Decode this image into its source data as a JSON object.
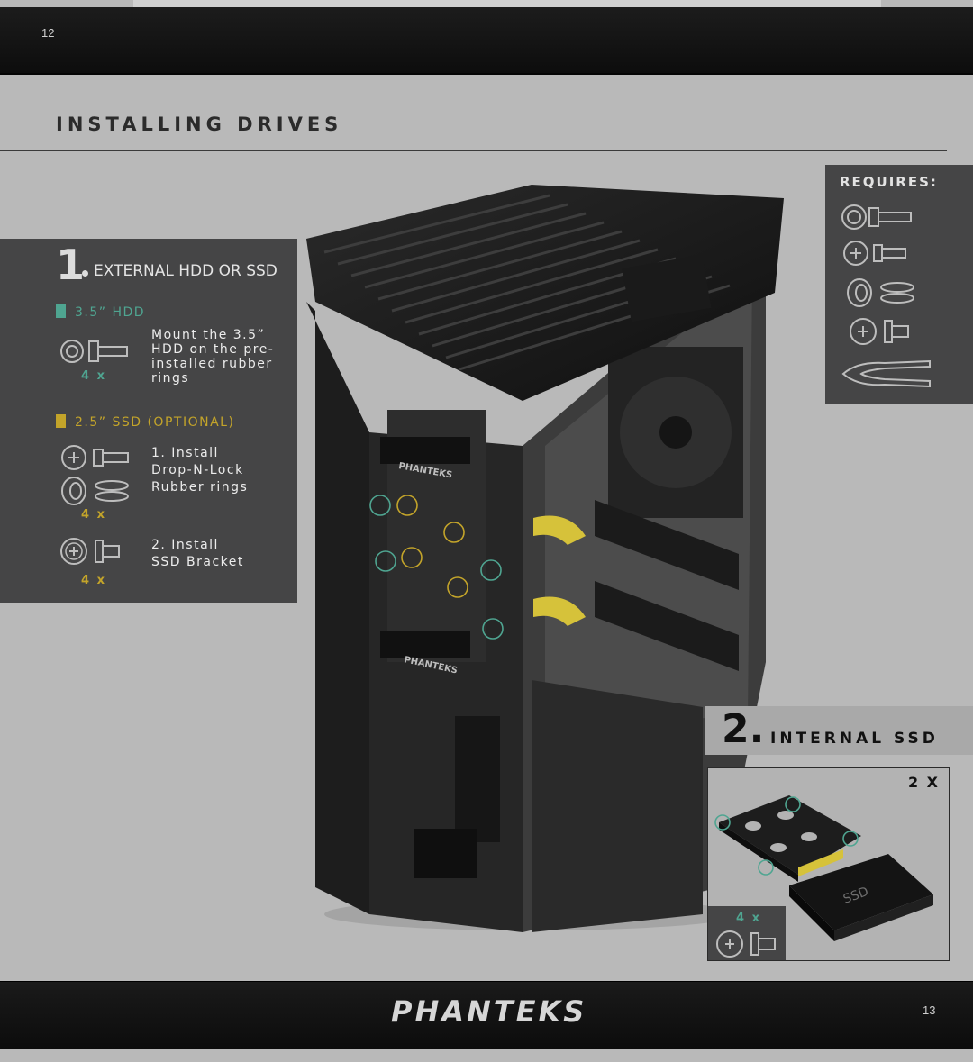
{
  "page": {
    "left_page_number": "12",
    "right_page_number": "13",
    "title": "INSTALLING DRIVES",
    "brand": "PHANTEKS"
  },
  "section1": {
    "number": "1",
    "heading": "EXTERNAL HDD OR SSD",
    "hdd": {
      "label": "3.5” HDD",
      "count": "4 x",
      "text": "Mount the 3.5”\nHDD on the pre-\ninstalled rubber\nrings"
    },
    "ssd": {
      "label": "2.5” SSD (OPTIONAL)",
      "step1": {
        "text": "1. Install\nDrop-N-Lock\nRubber rings",
        "count": "4 x"
      },
      "step2": {
        "text": "2. Install\nSSD Bracket",
        "count": "4 x"
      }
    }
  },
  "requires": {
    "label": "REQUIRES:"
  },
  "section2": {
    "number": "2.",
    "heading": "INTERNAL SSD",
    "multiplier": "2 X",
    "screw_count": "4 x",
    "drive_label": "SSD",
    "case_label_1": "PHANTEKS",
    "case_label_2": "PHANTEKS"
  },
  "colors": {
    "teal": "#4fa591",
    "yellow": "#c3a42a",
    "panel": "#454546"
  },
  "icons": [
    "thumb-screw-icon",
    "phillips-screw-icon",
    "rubber-ring-icon",
    "screwdriver-icon"
  ]
}
